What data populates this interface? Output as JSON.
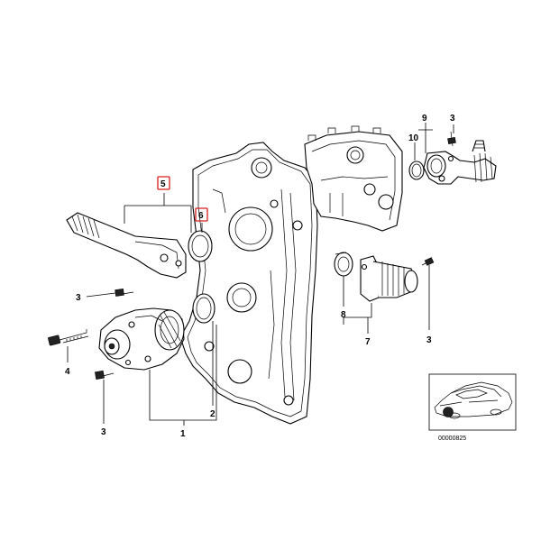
{
  "callouts": {
    "c5": "5",
    "c6": "6",
    "c3_top_right": "3",
    "c9": "9",
    "c10": "10",
    "c3_left": "3",
    "c4": "4",
    "c3_bottom": "3",
    "c1": "1",
    "c2": "2",
    "c8": "8",
    "c7": "7",
    "c3_right": "3"
  },
  "highlighted_callouts": [
    "5",
    "6"
  ],
  "colors": {
    "highlight": "#d81e1e",
    "line": "#000000",
    "background": "#ffffff"
  },
  "reference_code": "00000825"
}
